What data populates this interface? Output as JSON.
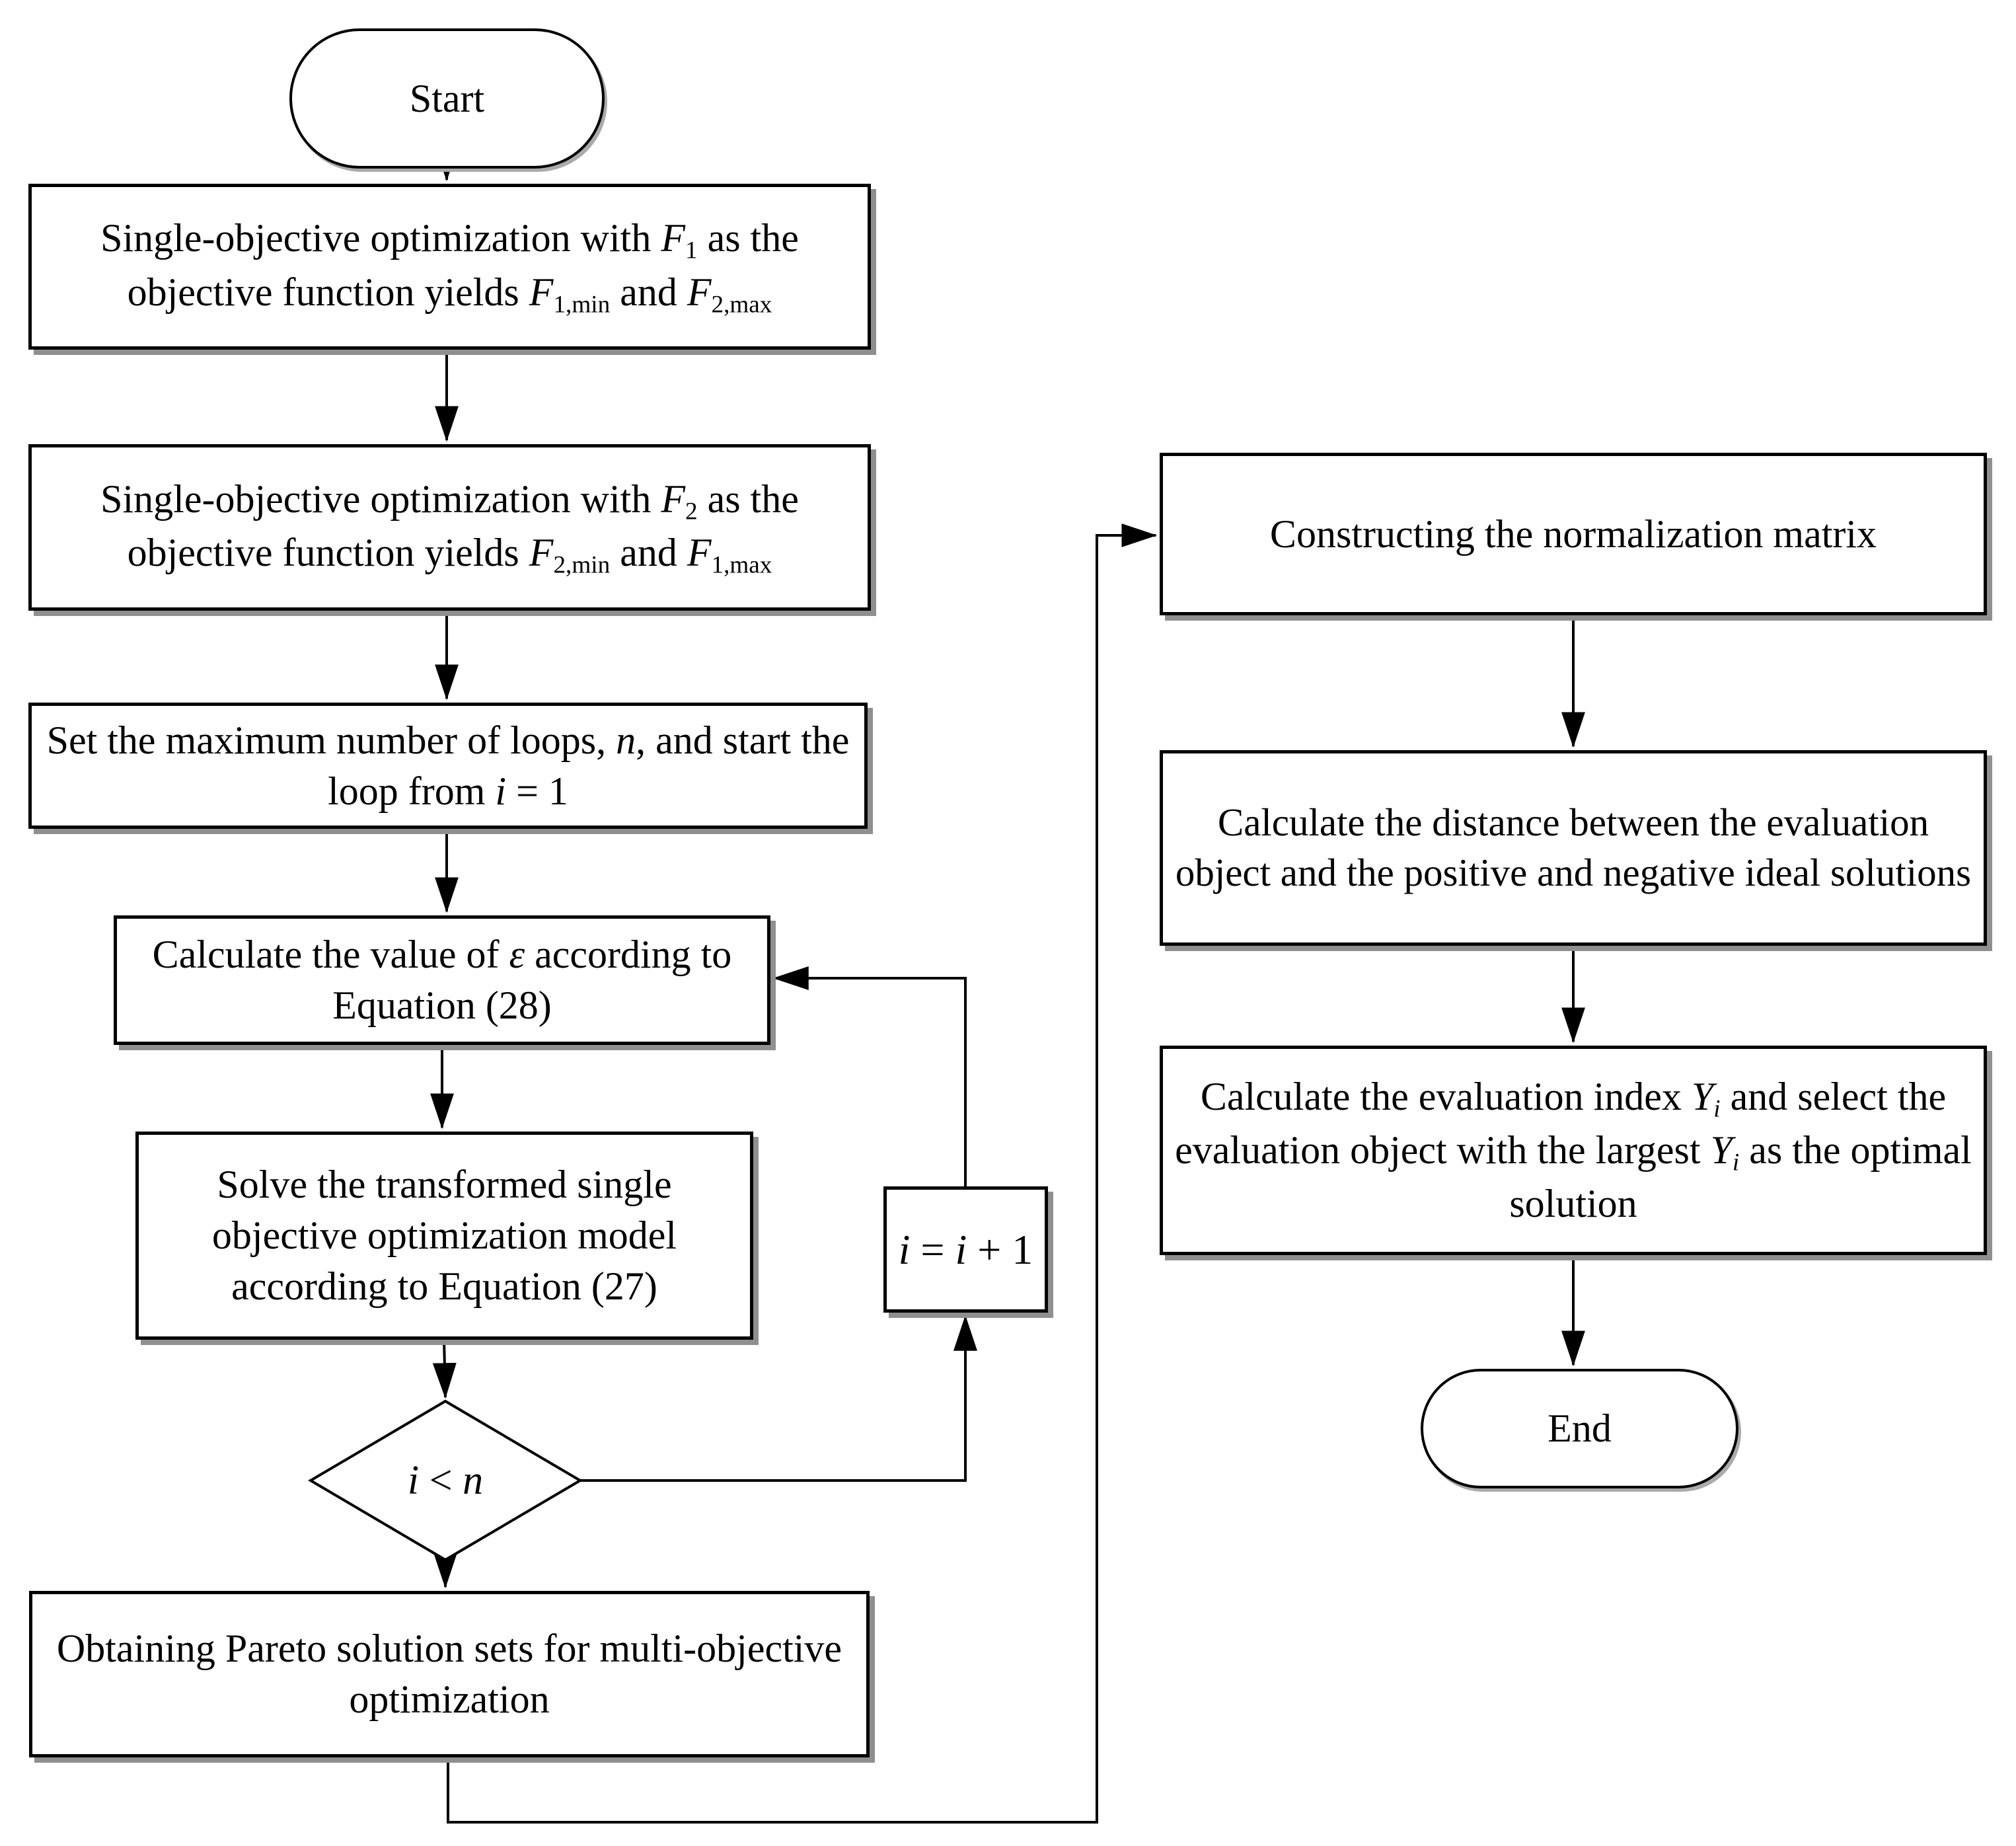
{
  "flowchart": {
    "colors": {
      "background": "#ffffff",
      "stroke": "#000000",
      "shadow": "#8f8f8f"
    },
    "nodes": {
      "start": {
        "type": "terminator",
        "label": "Start"
      },
      "opt_f1": {
        "type": "process",
        "label_rich": [
          {
            "t": "Single-objective optimization with ",
            "s": "n"
          },
          {
            "t": "F",
            "s": "i"
          },
          {
            "t": "1",
            "s": "sub"
          },
          {
            "t": " as the objective function yields ",
            "s": "n"
          },
          {
            "t": "F",
            "s": "i"
          },
          {
            "t": "1,min",
            "s": "sub"
          },
          {
            "t": " and ",
            "s": "n"
          },
          {
            "t": "F",
            "s": "i"
          },
          {
            "t": "2,max",
            "s": "sub"
          }
        ]
      },
      "opt_f2": {
        "type": "process",
        "label_rich": [
          {
            "t": "Single-objective optimization with ",
            "s": "n"
          },
          {
            "t": "F",
            "s": "i"
          },
          {
            "t": "2",
            "s": "sub"
          },
          {
            "t": " as the objective function yields ",
            "s": "n"
          },
          {
            "t": "F",
            "s": "i"
          },
          {
            "t": "2,min",
            "s": "sub"
          },
          {
            "t": " and ",
            "s": "n"
          },
          {
            "t": "F",
            "s": "i"
          },
          {
            "t": "1,max",
            "s": "sub"
          }
        ]
      },
      "set_loops": {
        "type": "process",
        "label_rich": [
          {
            "t": "Set the maximum number of loops, ",
            "s": "n"
          },
          {
            "t": "n",
            "s": "i"
          },
          {
            "t": ", and start the loop from ",
            "s": "n"
          },
          {
            "t": "i",
            "s": "i"
          },
          {
            "t": " = 1",
            "s": "n"
          }
        ]
      },
      "calc_epsilon": {
        "type": "process",
        "label_rich": [
          {
            "t": "Calculate the value of ",
            "s": "n"
          },
          {
            "t": "ε",
            "s": "i"
          },
          {
            "t": " according to Equation (28)",
            "s": "n"
          }
        ]
      },
      "solve_model": {
        "type": "process",
        "label_rich": [
          {
            "t": "Solve the transformed single objective optimization model according to Equation (27)",
            "s": "n"
          }
        ]
      },
      "loop_check": {
        "type": "decision",
        "label_rich": [
          {
            "t": "i",
            "s": "i"
          },
          {
            "t": " < ",
            "s": "n"
          },
          {
            "t": "n",
            "s": "i"
          }
        ]
      },
      "increment": {
        "type": "process",
        "label_rich": [
          {
            "t": "i",
            "s": "i"
          },
          {
            "t": " = ",
            "s": "n"
          },
          {
            "t": "i",
            "s": "i"
          },
          {
            "t": " + 1",
            "s": "n"
          }
        ]
      },
      "pareto_sets": {
        "type": "process",
        "label_rich": [
          {
            "t": "Obtaining Pareto solution sets for multi-objective optimization",
            "s": "n"
          }
        ]
      },
      "normalization": {
        "type": "process",
        "label_rich": [
          {
            "t": "Constructing the normalization matrix",
            "s": "n"
          }
        ]
      },
      "distance": {
        "type": "process",
        "label_rich": [
          {
            "t": "Calculate the distance between the evaluation object and the positive and negative ideal solutions",
            "s": "n"
          }
        ]
      },
      "evaluation": {
        "type": "process",
        "label_rich": [
          {
            "t": "Calculate the evaluation index ",
            "s": "n"
          },
          {
            "t": "Y",
            "s": "i"
          },
          {
            "t": "i",
            "s": "isub"
          },
          {
            "t": " and select the evaluation object with the largest ",
            "s": "n"
          },
          {
            "t": "Y",
            "s": "i"
          },
          {
            "t": "i",
            "s": "isub"
          },
          {
            "t": " as the optimal solution",
            "s": "n"
          }
        ]
      },
      "end": {
        "type": "terminator",
        "label": "End"
      }
    }
  }
}
